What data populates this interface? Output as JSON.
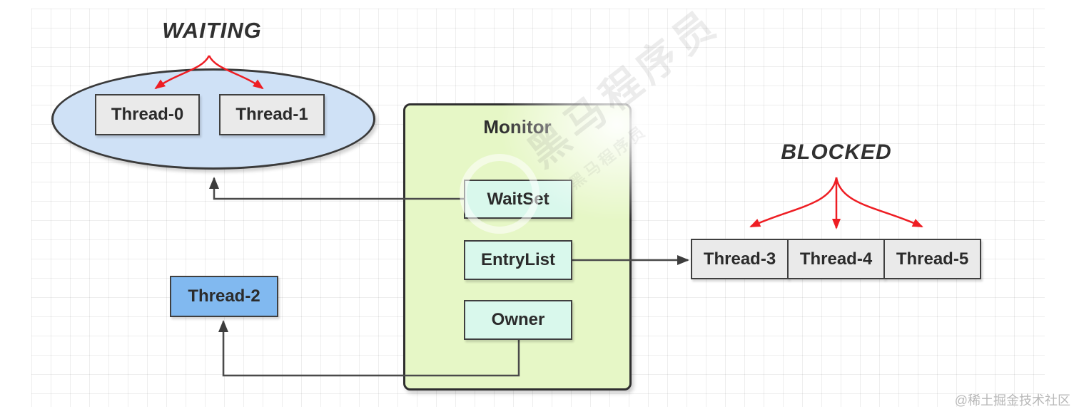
{
  "diagram": {
    "waiting": {
      "title": "WAITING",
      "threads": [
        {
          "label": "Thread-0"
        },
        {
          "label": "Thread-1"
        }
      ]
    },
    "monitor": {
      "title": "Monitor",
      "slots": [
        {
          "label": "WaitSet"
        },
        {
          "label": "EntryList"
        },
        {
          "label": "Owner"
        }
      ]
    },
    "blocked": {
      "title": "BLOCKED",
      "threads": [
        {
          "label": "Thread-3"
        },
        {
          "label": "Thread-4"
        },
        {
          "label": "Thread-5"
        }
      ]
    },
    "owner_thread": {
      "label": "Thread-2"
    },
    "watermark": {
      "text": "黑马程序员"
    },
    "credit": "@稀土掘金技术社区",
    "colors": {
      "red_arrow": "#ee1d23",
      "connector": "#4a4a4a",
      "ellipse_fill": "#cfe1f6",
      "monitor_fill": "#e6f7c6",
      "slot_fill": "#d9f8ec",
      "thread_gray_fill": "#eaeaea",
      "thread_blue_fill": "#81b9f0",
      "border_dark": "#333333",
      "grid_line": "#e9e9e9",
      "text": "#2d2d2d"
    }
  }
}
